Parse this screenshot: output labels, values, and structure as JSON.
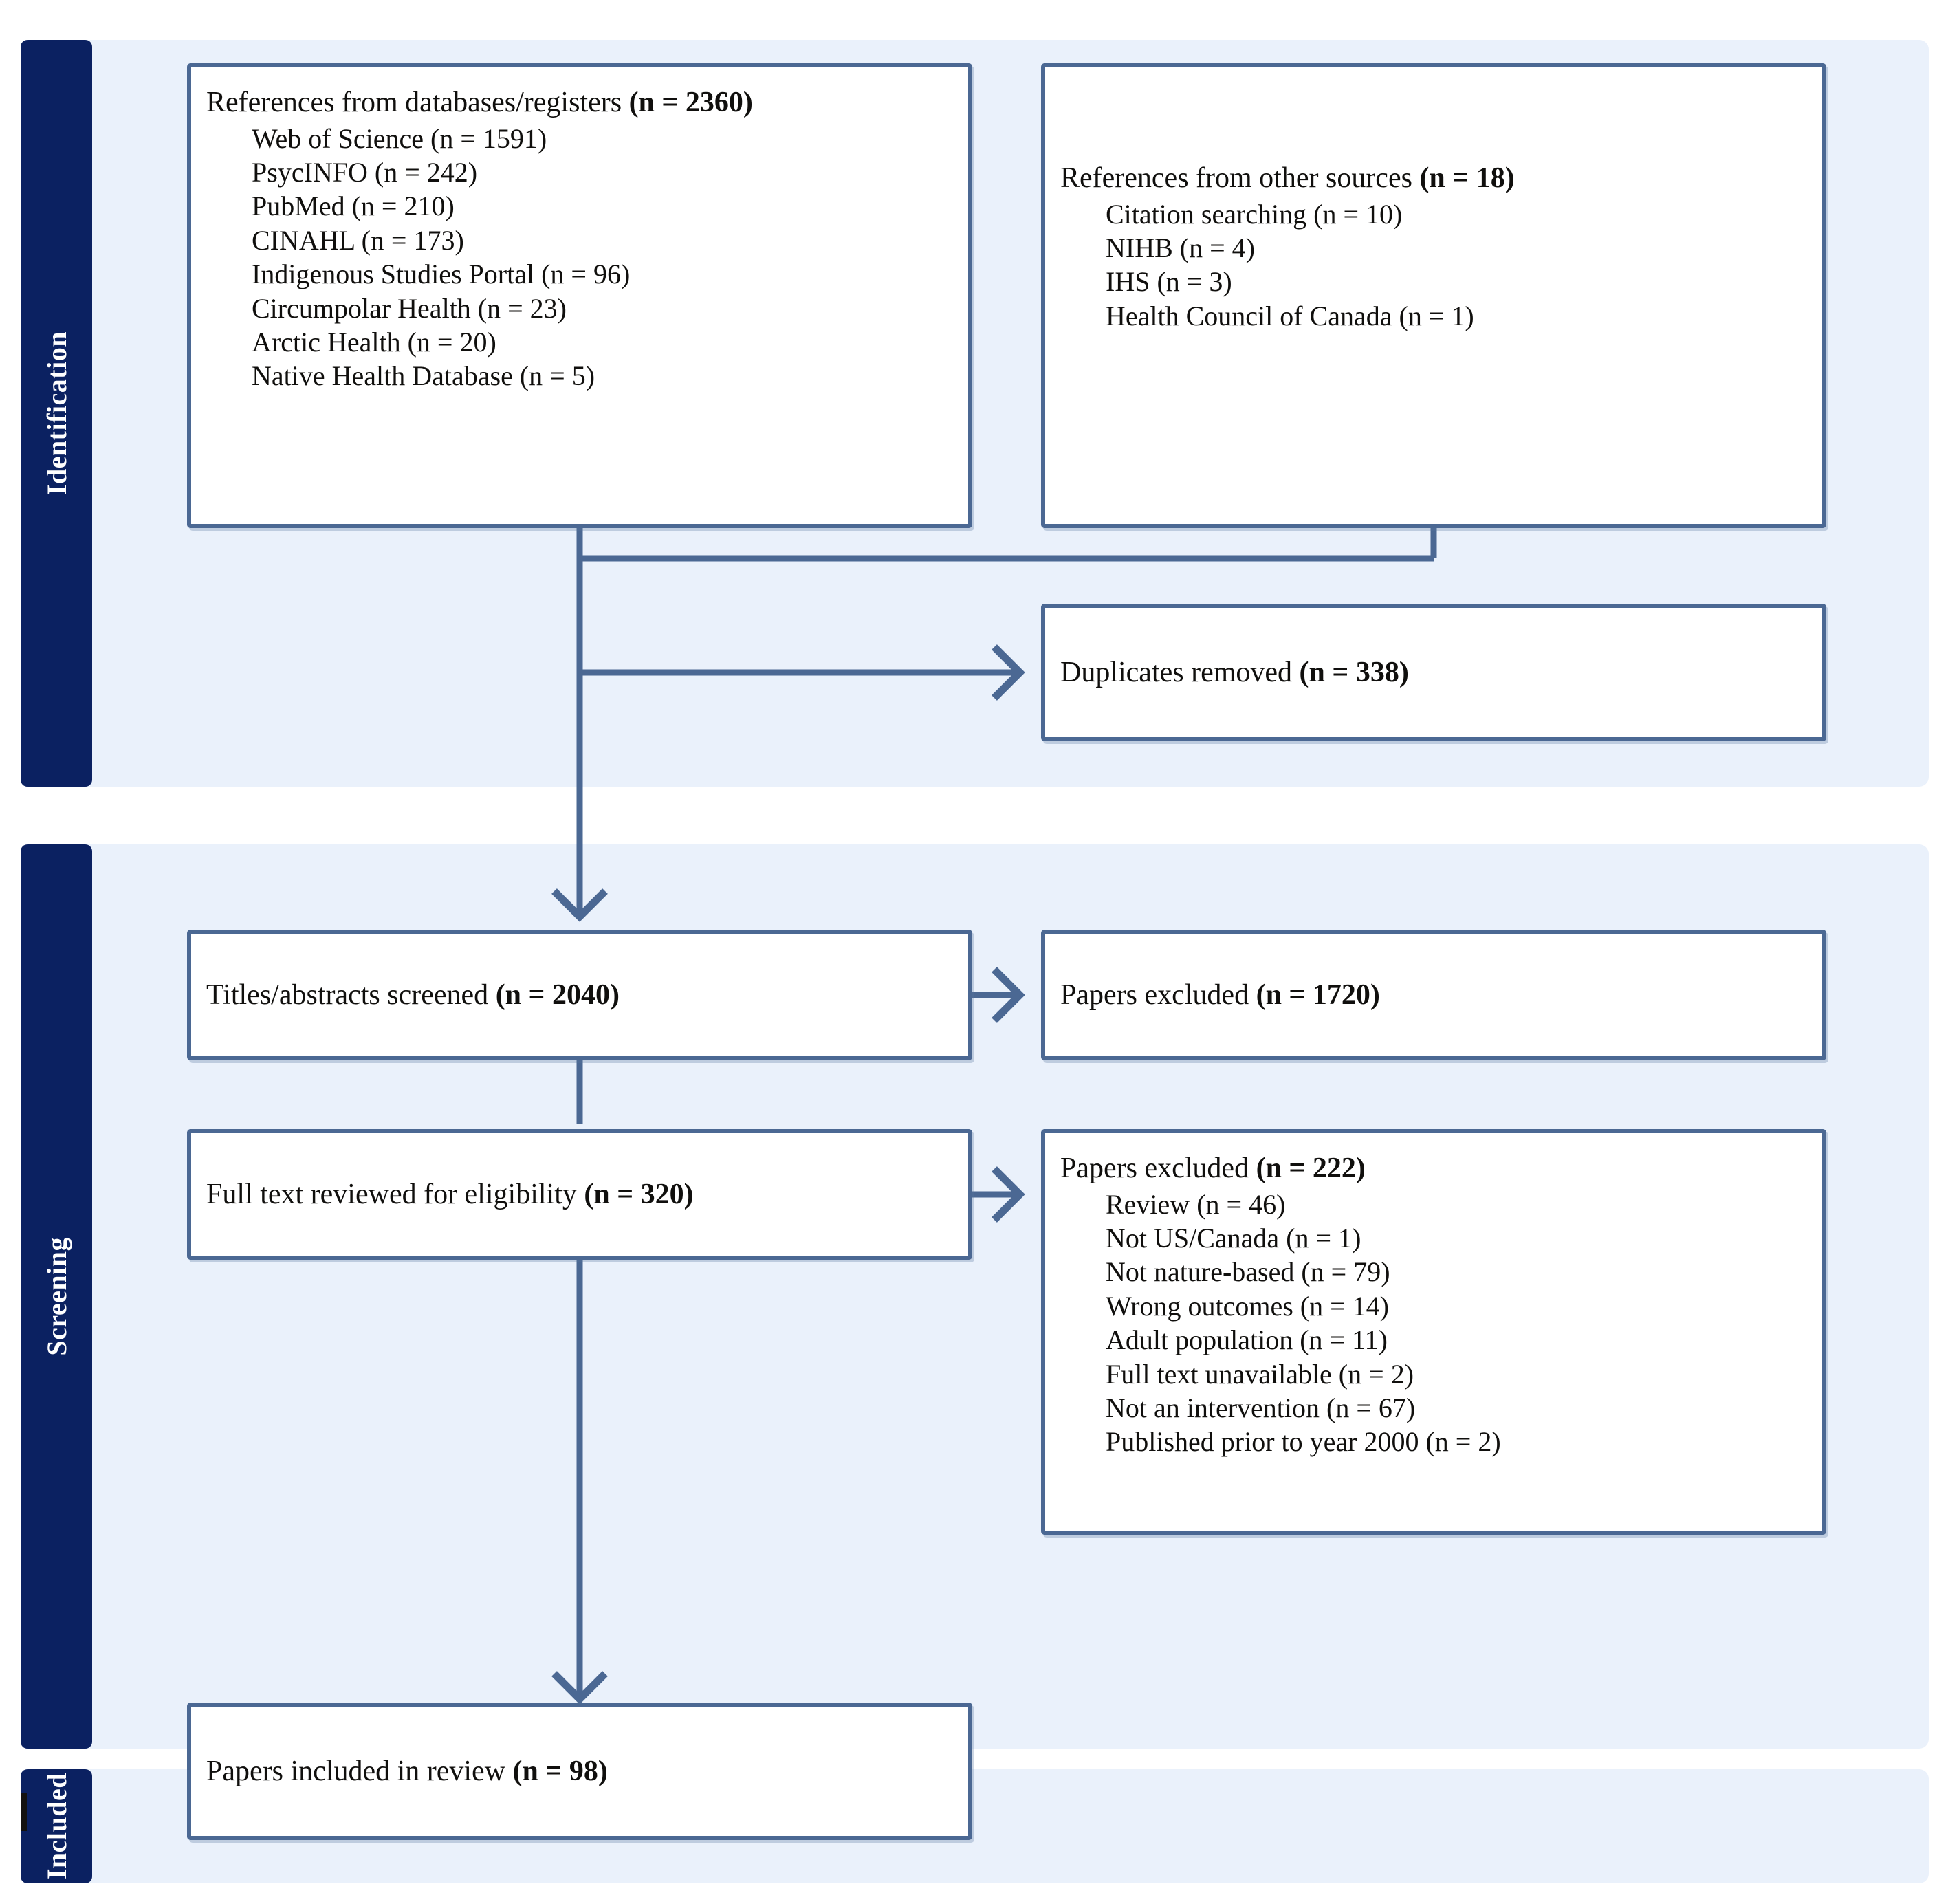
{
  "diagram": {
    "title": "PRISMA flow diagram",
    "colors": {
      "stage_tab": "#0b2161",
      "band": "#eaf1fb",
      "box_border": "#4b6893",
      "connector": "#4b6893",
      "text": "#100f0d"
    }
  },
  "stages": [
    {
      "id": "identification",
      "label": "Identification"
    },
    {
      "id": "screening",
      "label": "Screening"
    },
    {
      "id": "included",
      "label": "Included"
    }
  ],
  "boxes": {
    "databases": {
      "headline_text": "References from databases/registers ",
      "headline_count": "(n = 2360)",
      "items": [
        "Web of Science (n = 1591)",
        "PsycINFO (n = 242)",
        "PubMed (n = 210)",
        "CINAHL (n = 173)",
        "Indigenous Studies Portal (n = 96)",
        "Circumpolar Health (n = 23)",
        "Arctic Health (n = 20)",
        "Native Health Database (n = 5)"
      ]
    },
    "other_sources": {
      "headline_text": "References from other sources ",
      "headline_count": "(n = 18)",
      "items": [
        "Citation searching (n = 10)",
        "NIHB (n = 4)",
        "IHS (n = 3)",
        "Health Council of Canada (n = 1)"
      ]
    },
    "duplicates": {
      "headline_text": "Duplicates removed ",
      "headline_count": "(n = 338)",
      "items": []
    },
    "screened": {
      "headline_text": "Titles/abstracts screened ",
      "headline_count": "(n = 2040)",
      "items": []
    },
    "excluded_screening": {
      "headline_text": "Papers excluded ",
      "headline_count": "(n = 1720)",
      "items": []
    },
    "full_text": {
      "headline_text": "Full text reviewed for eligibility ",
      "headline_count": "(n = 320)",
      "items": []
    },
    "excluded_eligibility": {
      "headline_text": "Papers excluded ",
      "headline_count": "(n = 222)",
      "items": [
        "Review (n = 46)",
        "Not US/Canada (n = 1)",
        "Not nature-based (n = 79)",
        "Wrong outcomes (n = 14)",
        "Adult population (n = 11)",
        "Full text unavailable (n = 2)",
        "Not an intervention (n = 67)",
        "Published prior to year 2000 (n = 2)"
      ]
    },
    "included": {
      "headline_text": "Papers included in review ",
      "headline_count": "(n = 98)",
      "items": []
    }
  },
  "chart_data": {
    "type": "diagram",
    "title": "PRISMA flow diagram",
    "nodes": [
      {
        "id": "databases",
        "stage": "identification",
        "label": "References from databases/registers",
        "n": 2360,
        "breakdown": [
          {
            "label": "Web of Science",
            "n": 1591
          },
          {
            "label": "PsycINFO",
            "n": 242
          },
          {
            "label": "PubMed",
            "n": 210
          },
          {
            "label": "CINAHL",
            "n": 173
          },
          {
            "label": "Indigenous Studies Portal",
            "n": 96
          },
          {
            "label": "Circumpolar Health",
            "n": 23
          },
          {
            "label": "Arctic Health",
            "n": 20
          },
          {
            "label": "Native Health Database",
            "n": 5
          }
        ]
      },
      {
        "id": "other_sources",
        "stage": "identification",
        "label": "References from other sources",
        "n": 18,
        "breakdown": [
          {
            "label": "Citation searching",
            "n": 10
          },
          {
            "label": "NIHB",
            "n": 4
          },
          {
            "label": "IHS",
            "n": 3
          },
          {
            "label": "Health Council of Canada",
            "n": 1
          }
        ]
      },
      {
        "id": "duplicates",
        "stage": "identification",
        "label": "Duplicates removed",
        "n": 338,
        "breakdown": []
      },
      {
        "id": "screened",
        "stage": "screening",
        "label": "Titles/abstracts screened",
        "n": 2040,
        "breakdown": []
      },
      {
        "id": "excluded_screening",
        "stage": "screening",
        "label": "Papers excluded",
        "n": 1720,
        "breakdown": []
      },
      {
        "id": "full_text",
        "stage": "screening",
        "label": "Full text reviewed for eligibility",
        "n": 320,
        "breakdown": []
      },
      {
        "id": "excluded_eligibility",
        "stage": "screening",
        "label": "Papers excluded",
        "n": 222,
        "breakdown": [
          {
            "label": "Review",
            "n": 46
          },
          {
            "label": "Not US/Canada",
            "n": 1
          },
          {
            "label": "Not nature-based",
            "n": 79
          },
          {
            "label": "Wrong outcomes",
            "n": 14
          },
          {
            "label": "Adult population",
            "n": 11
          },
          {
            "label": "Full text unavailable",
            "n": 2
          },
          {
            "label": "Not an intervention",
            "n": 67
          },
          {
            "label": "Published prior to year 2000",
            "n": 2
          }
        ]
      },
      {
        "id": "included",
        "stage": "included",
        "label": "Papers included in review",
        "n": 98,
        "breakdown": []
      }
    ],
    "edges": [
      {
        "from": "databases",
        "to": "duplicates"
      },
      {
        "from": "other_sources",
        "to": "duplicates"
      },
      {
        "from": "databases",
        "to": "screened"
      },
      {
        "from": "other_sources",
        "to": "screened"
      },
      {
        "from": "screened",
        "to": "excluded_screening"
      },
      {
        "from": "screened",
        "to": "full_text"
      },
      {
        "from": "full_text",
        "to": "excluded_eligibility"
      },
      {
        "from": "full_text",
        "to": "included"
      }
    ]
  }
}
